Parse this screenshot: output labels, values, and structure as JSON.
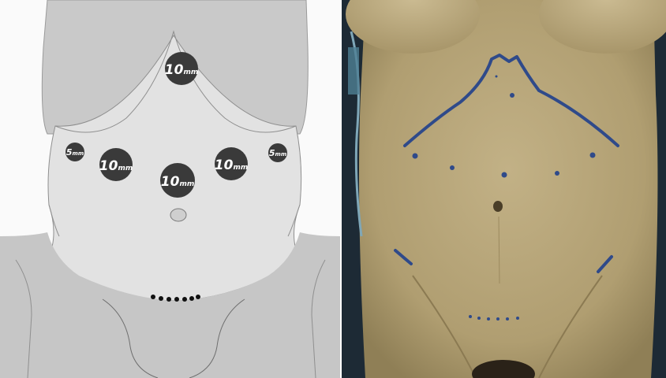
{
  "figure": {
    "left_panel": {
      "ports": [
        {
          "id": "top",
          "size": "10",
          "unit": "mm"
        },
        {
          "id": "left-lateral",
          "size": "5",
          "unit": "mm"
        },
        {
          "id": "left-mid",
          "size": "10",
          "unit": "mm"
        },
        {
          "id": "center",
          "size": "10",
          "unit": "mm"
        },
        {
          "id": "right-mid",
          "size": "10",
          "unit": "mm"
        },
        {
          "id": "right-lateral",
          "size": "5",
          "unit": "mm"
        }
      ],
      "incision_dot_count": 7
    },
    "right_panel": {
      "marking_color": "#2f4a8a",
      "port_mark_count": 7,
      "incision_dot_count": 6
    },
    "colors": {
      "port_fill": "#3a3a3a",
      "torso_light": "#e0e0e0",
      "torso_mid": "#c9c9c9",
      "skin": "#b9a77a"
    }
  }
}
